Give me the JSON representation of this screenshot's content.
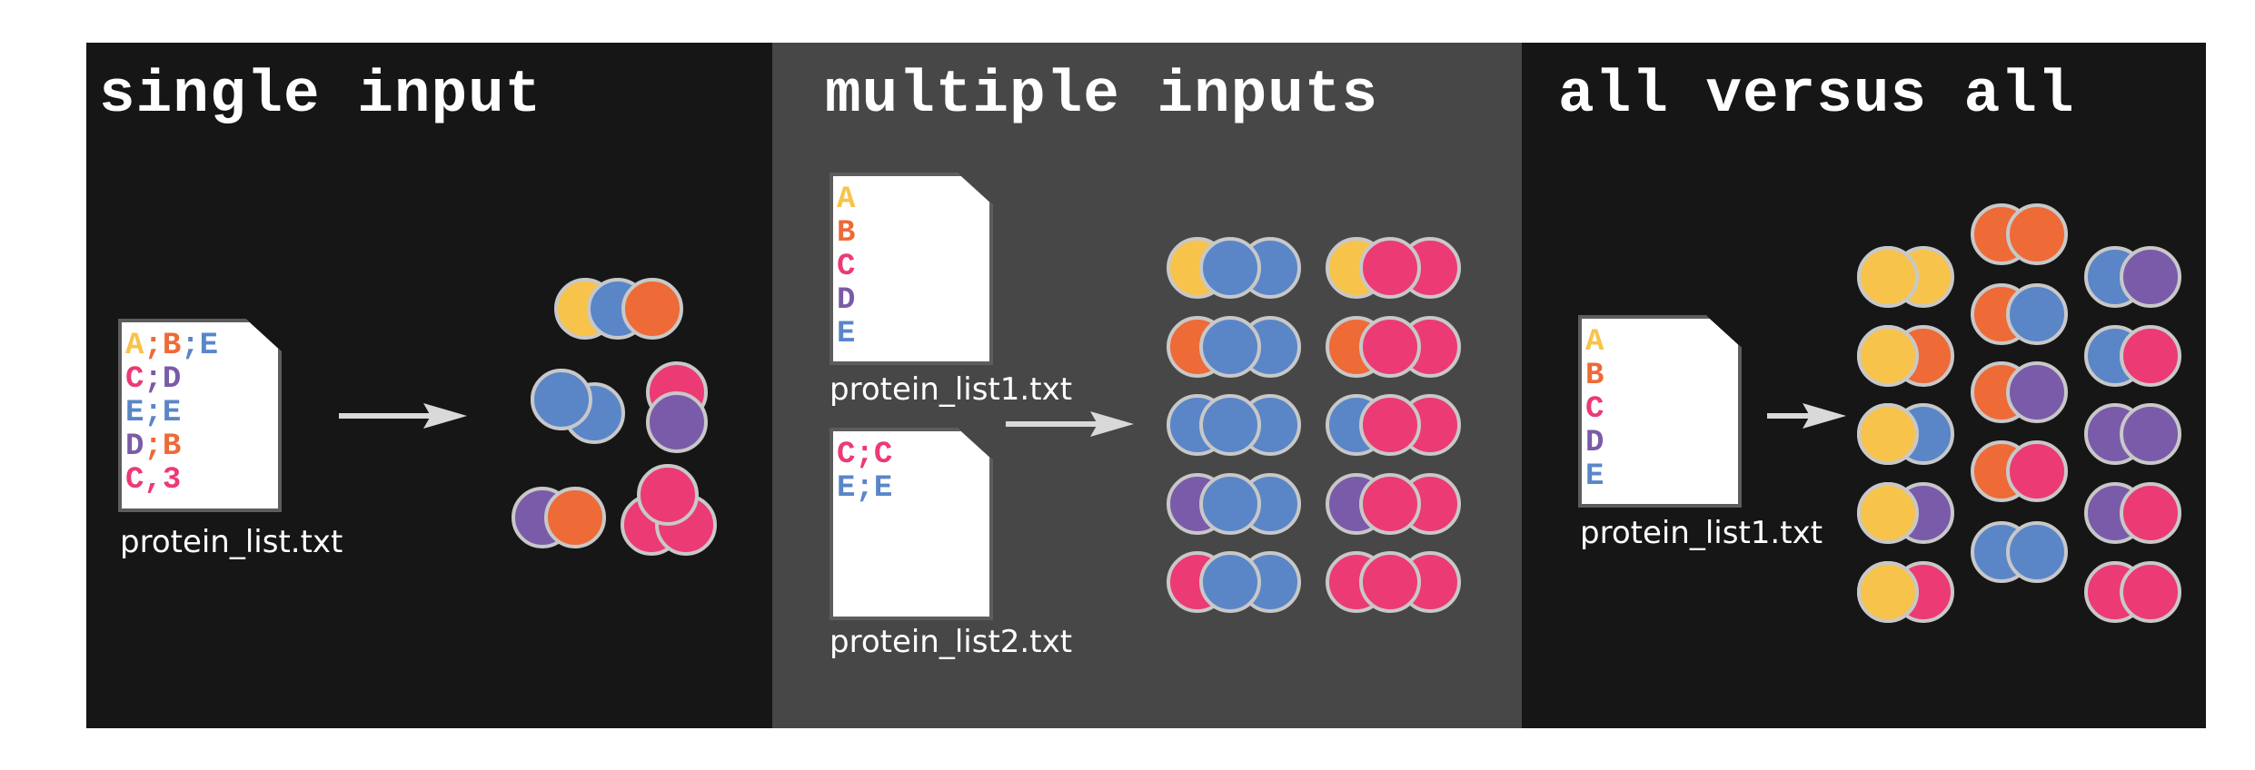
{
  "colors": {
    "A": "#f8c34a",
    "B": "#ee6a37",
    "C": "#ec3a74",
    "D": "#7a5ba9",
    "E": "#5a86c8",
    "stroke": "#c8c8c8",
    "arrow": "#d9d9d9"
  },
  "panels": [
    {
      "title": "single input",
      "files": [
        {
          "name": "protein_list.txt",
          "lines": [
            [
              "A",
              ";",
              "B",
              ";",
              "E"
            ],
            [
              "C",
              ";",
              "D"
            ],
            [
              "E",
              ";",
              "E"
            ],
            [
              "D",
              ";",
              "B"
            ],
            [
              "C",
              ",",
              "3"
            ]
          ]
        }
      ]
    },
    {
      "title": "multiple inputs",
      "files": [
        {
          "name": "protein_list1.txt",
          "lines": [
            [
              "A"
            ],
            [
              "B"
            ],
            [
              "C"
            ],
            [
              "D"
            ],
            [
              "E"
            ]
          ]
        },
        {
          "name": "protein_list2.txt",
          "lines": [
            [
              "C",
              ";",
              "C"
            ],
            [
              "E",
              ";",
              "E"
            ]
          ]
        }
      ]
    },
    {
      "title": "all versus all",
      "files": [
        {
          "name": "protein_list1.txt",
          "lines": [
            [
              "A"
            ],
            [
              "B"
            ],
            [
              "C"
            ],
            [
              "D"
            ],
            [
              "E"
            ]
          ]
        }
      ]
    }
  ]
}
